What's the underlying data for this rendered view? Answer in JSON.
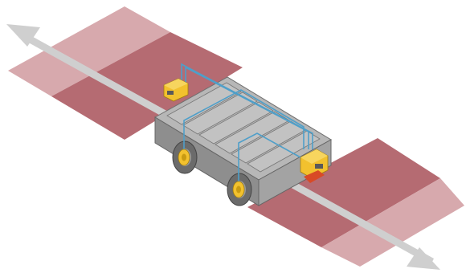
{
  "diagram": {
    "kind": "isometric-illustration",
    "vehicle": "automated-guided-vehicle",
    "protective_fields": {
      "count": 2,
      "zones_per_field": 2,
      "near_zone_color": "#b56b72",
      "far_zone_color": "#d7a9ad"
    },
    "travel_direction": {
      "arrow_color": "#cfcfcf",
      "bidirectional": true
    },
    "scanners": {
      "count": 2,
      "color": "#f2c12e",
      "icon": "laser-scanner-icon"
    },
    "encoders": {
      "count": 2,
      "color": "#f2c12e",
      "icon": "wheel-encoder-icon"
    },
    "wiring_color": "#4f9fc9",
    "body_color": "#a9a9a9",
    "background": "#ffffff"
  }
}
